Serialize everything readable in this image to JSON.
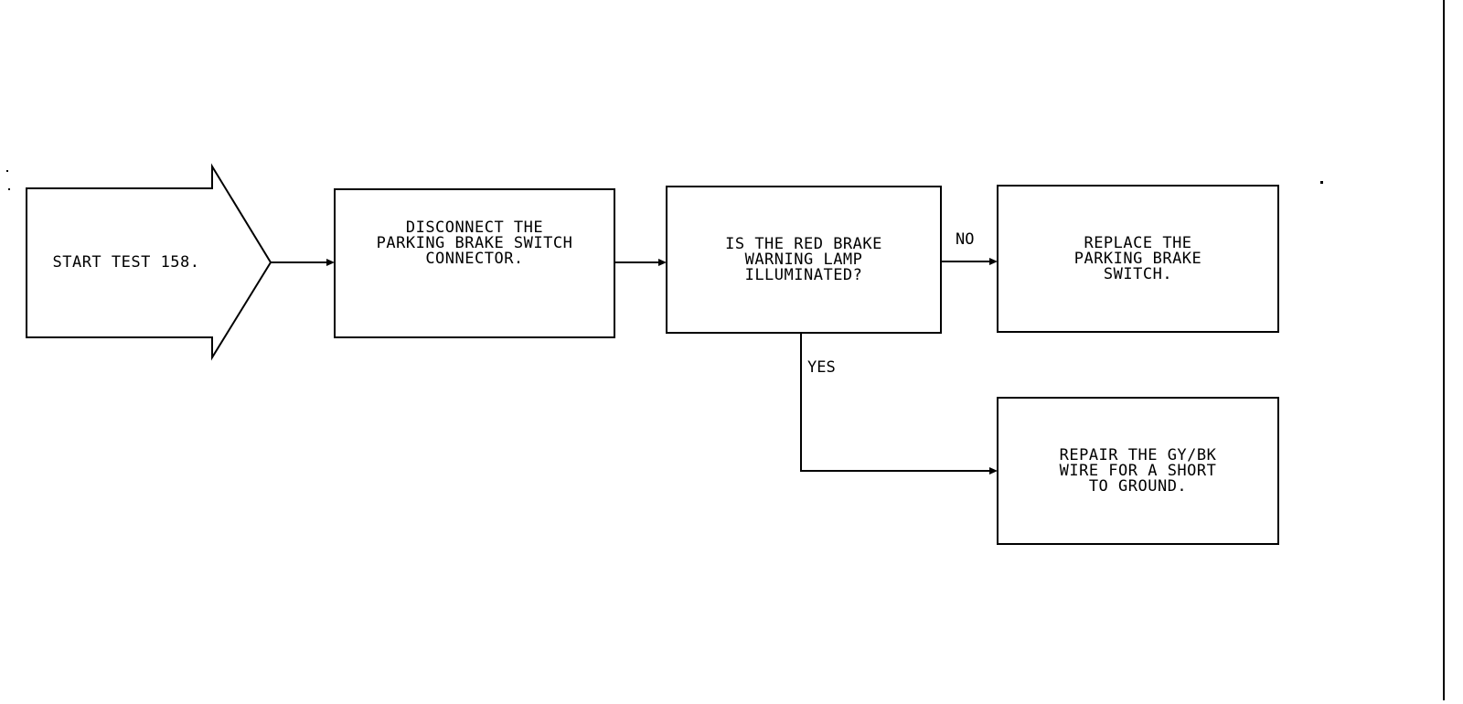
{
  "nodes": {
    "start": {
      "lines": [
        "START TEST 158."
      ]
    },
    "disconnect": {
      "lines": [
        "DISCONNECT THE",
        "PARKING BRAKE SWITCH",
        "CONNECTOR."
      ]
    },
    "question": {
      "lines": [
        "IS THE RED BRAKE",
        "WARNING LAMP",
        "ILLUMINATED?"
      ]
    },
    "replace": {
      "lines": [
        "REPLACE THE",
        "PARKING BRAKE",
        "SWITCH."
      ]
    },
    "repair": {
      "lines": [
        "REPAIR THE GY/BK",
        "WIRE FOR A SHORT",
        "TO GROUND."
      ]
    }
  },
  "edges": {
    "no_label": "NO",
    "yes_label": "YES"
  },
  "colors": {
    "stroke": "#000000",
    "background": "#ffffff"
  }
}
